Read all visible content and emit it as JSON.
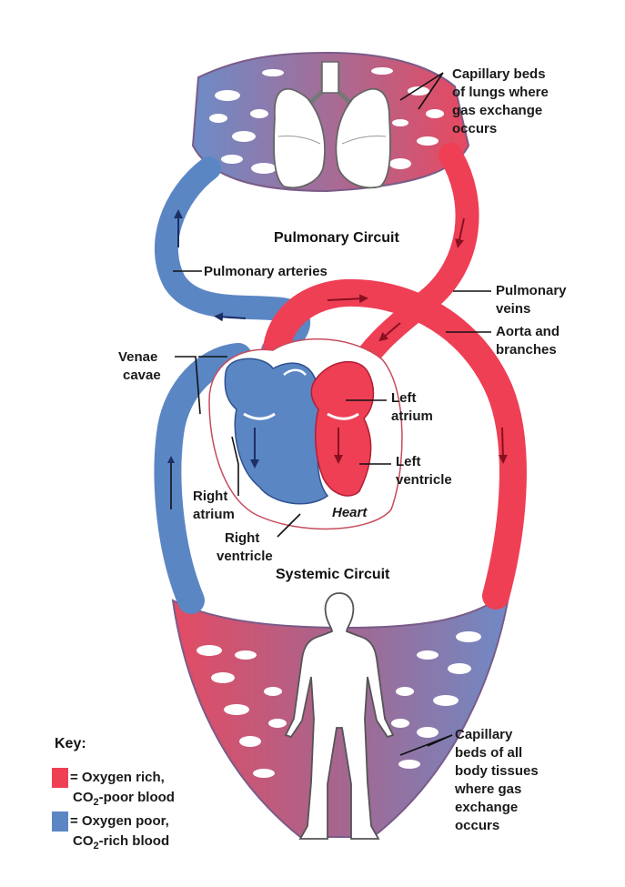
{
  "labels": {
    "capillary_lungs": [
      "Capillary beds",
      "of lungs where",
      "gas exchange",
      "occurs"
    ],
    "pulmonary_circuit": "Pulmonary Circuit",
    "pulmonary_arteries": "Pulmonary arteries",
    "pulmonary_veins": [
      "Pulmonary",
      "veins"
    ],
    "aorta": [
      "Aorta and",
      "branches"
    ],
    "venae_cavae": [
      "Venae",
      "cavae"
    ],
    "left_atrium": [
      "Left",
      "atrium"
    ],
    "left_ventricle": [
      "Left",
      "ventricle"
    ],
    "right_atrium": [
      "Right",
      "atrium"
    ],
    "right_ventricle": [
      "Right",
      "ventricle"
    ],
    "heart": "Heart",
    "systemic_circuit": "Systemic Circuit",
    "capillary_body": [
      "Capillary",
      "beds of all",
      "body tissues",
      "where gas",
      "exchange",
      "occurs"
    ]
  },
  "key": {
    "title": "Key:",
    "rich": {
      "line1": "= Oxygen rich,",
      "line2_prefix": "CO",
      "line2_sub": "2",
      "line2_suffix": "-poor blood",
      "color": "#ee3f55"
    },
    "poor": {
      "line1": "= Oxygen poor,",
      "line2_prefix": "CO",
      "line2_sub": "2",
      "line2_suffix": "-rich blood",
      "color": "#5b86c4"
    }
  },
  "colors": {
    "oxygen_rich": "#ee3f55",
    "oxygen_poor": "#5b86c4",
    "mixed": "#a4668f"
  }
}
